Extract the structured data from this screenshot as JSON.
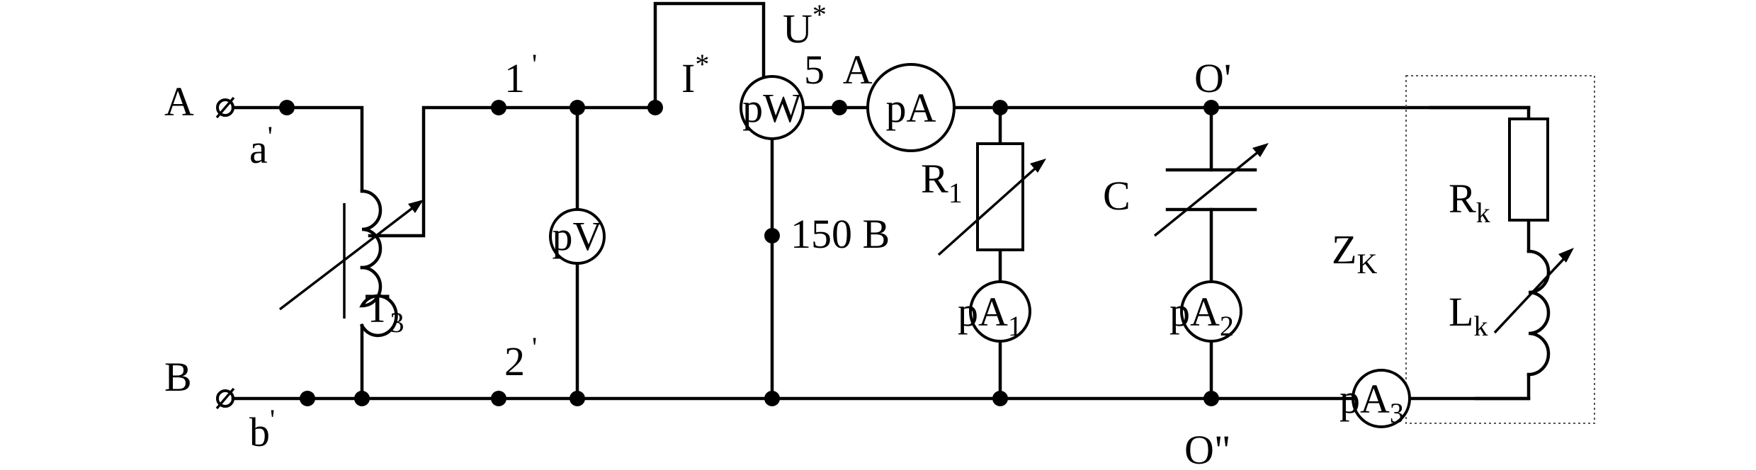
{
  "terminals": {
    "a": "A",
    "b": "B",
    "a_prime": "a",
    "b_prime": "b",
    "prime": "'",
    "node1": "1",
    "node2": "2",
    "o1": "O'",
    "o2": "O\""
  },
  "transformer": {
    "letter": "T",
    "sub": "3"
  },
  "meters": {
    "pv": "pV",
    "pw": "pW",
    "pa": "pA",
    "pa1": {
      "main": "pA",
      "sub": "1"
    },
    "pa2": {
      "main": "pA",
      "sub": "2"
    },
    "pa3": {
      "main": "pA",
      "sub": "3"
    }
  },
  "wattmeter": {
    "current_coil": "I",
    "voltage_coil": "U",
    "star": "*",
    "limit_current": "5  A",
    "limit_voltage": "150 B"
  },
  "components": {
    "r1": {
      "main": "R",
      "sub": "1"
    },
    "c": "C",
    "zk": {
      "main": "Z",
      "sub": "K"
    },
    "rk": {
      "main": "R",
      "sub": "k"
    },
    "lk": {
      "main": "L",
      "sub": "k"
    }
  }
}
